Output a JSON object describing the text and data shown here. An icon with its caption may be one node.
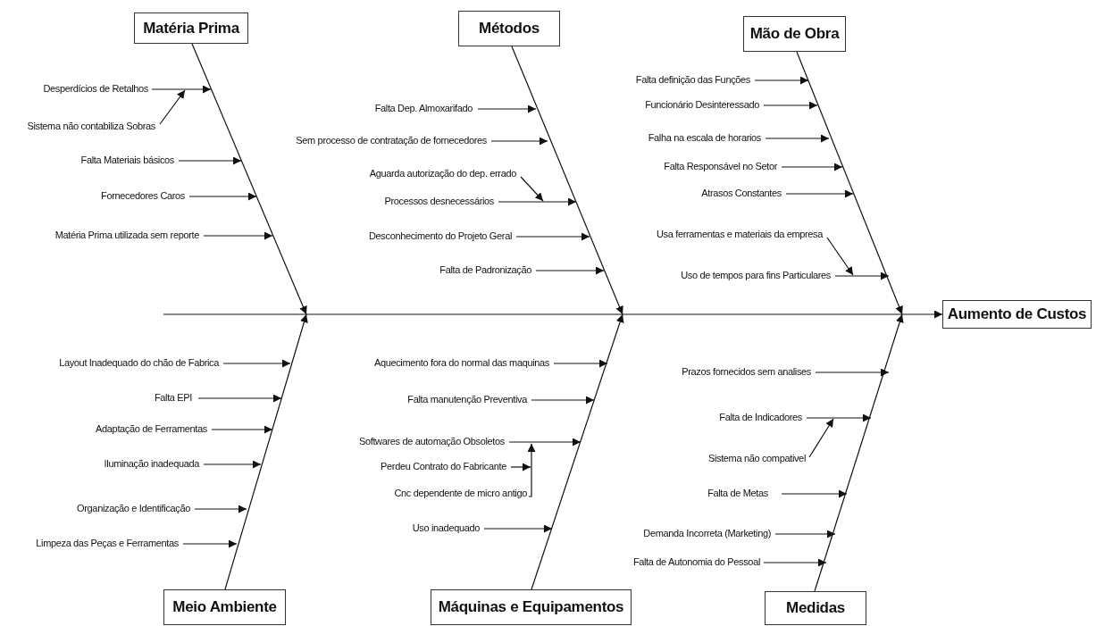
{
  "diagram": {
    "nodes": [
      {
        "text": [
          "Matéria Prima"
        ]
      },
      {
        "text": [
          "Desperdícios de Retalhos"
        ]
      },
      {
        "text": [
          "Sistema não contabiliza Sobras"
        ]
      },
      {
        "text": [
          "Falta Materiais básicos"
        ]
      },
      {
        "text": [
          "Fornecedores Caros"
        ]
      },
      {
        "text": [
          "Matéria Prima utilizada sem reporte"
        ]
      },
      {
        "text": [
          "Métodos"
        ]
      },
      {
        "text": [
          "Falta Dep. Almoxarifado"
        ]
      },
      {
        "text": [
          "Sem processo de contratação de fornecedores"
        ]
      },
      {
        "text": [
          "Aguarda autorização do dep. errado"
        ]
      },
      {
        "text": [
          "Processos desnecessários"
        ]
      },
      {
        "text": [
          "Desconhecimento do Projeto Geral"
        ]
      },
      {
        "text": [
          "Falta de Padronização"
        ]
      },
      {
        "text": [
          "Mão de Obra"
        ]
      },
      {
        "text": [
          "Falta definição das Funções"
        ]
      },
      {
        "text": [
          "Funcionário Desinteressado"
        ]
      },
      {
        "text": [
          "Falha na escala de horarios"
        ]
      },
      {
        "text": [
          "Falta Responsável no Setor"
        ]
      },
      {
        "text": [
          "Atrasos Constantes"
        ]
      },
      {
        "text": [
          "Usa ferramentas e materiais da empresa"
        ]
      },
      {
        "text": [
          "Uso de tempos para fins Particulares"
        ]
      },
      {
        "text": [
          "Aumento de Custos"
        ]
      },
      {
        "text": [
          "Layout Inadequado do chão de Fabrica"
        ]
      },
      {
        "text": [
          "Falta EPI"
        ]
      },
      {
        "text": [
          "Adaptação de Ferramentas"
        ]
      },
      {
        "text": [
          "Iluminação inadequada"
        ]
      },
      {
        "text": [
          "Organização e Identificação"
        ]
      },
      {
        "text": [
          "Limpeza das Peças e Ferramentas"
        ]
      },
      {
        "text": [
          "Meio Ambiente"
        ]
      },
      {
        "text": [
          "Aquecimento fora do normal das maquinas"
        ]
      },
      {
        "text": [
          "Falta manutenção Preventiva"
        ]
      },
      {
        "text": [
          "Softwares de automação Obsoletos"
        ]
      },
      {
        "text": [
          "Perdeu Contrato do Fabricante"
        ]
      },
      {
        "text": [
          "Cnc dependente de micro antigo"
        ]
      },
      {
        "text": [
          "Uso inadequado"
        ]
      },
      {
        "text": [
          "Máquinas e Equipamentos"
        ]
      },
      {
        "text": [
          "Prazos fornecidos sem analises"
        ]
      },
      {
        "text": [
          "Falta de Indicadores"
        ]
      },
      {
        "text": [
          "Sistema não compativel"
        ]
      },
      {
        "text": [
          "Falta de Metas"
        ]
      },
      {
        "text": [
          "Demanda Incorreta (Marketing)"
        ]
      },
      {
        "text": [
          "Falta de Autonomia do Pessoal"
        ]
      },
      {
        "text": [
          "Medidas"
        ]
      }
    ],
    "edges": [
      {
        "from": 1,
        "to": null,
        "arrow": "to"
      },
      {
        "from": 2,
        "to": 1,
        "arrow": "to"
      },
      {
        "from": 3,
        "to": null,
        "arrow": "to"
      },
      {
        "from": 4,
        "to": null,
        "arrow": "to"
      },
      {
        "from": 5,
        "to": null,
        "arrow": "to"
      },
      {
        "from": 0,
        "to": null,
        "arrow": "to"
      },
      {
        "from": 7,
        "to": null,
        "arrow": "to"
      },
      {
        "from": 8,
        "to": null,
        "arrow": "to"
      },
      {
        "from": 9,
        "to": null,
        "arrow": "to"
      },
      {
        "from": 10,
        "to": null,
        "arrow": "to"
      },
      {
        "from": 11,
        "to": null,
        "arrow": "to"
      },
      {
        "from": 12,
        "to": null,
        "arrow": "to"
      },
      {
        "from": 6,
        "to": null,
        "arrow": "to"
      },
      {
        "from": 14,
        "to": null,
        "arrow": "to"
      },
      {
        "from": 15,
        "to": null,
        "arrow": "to"
      },
      {
        "from": 16,
        "to": null,
        "arrow": "to"
      },
      {
        "from": 17,
        "to": null,
        "arrow": "to"
      },
      {
        "from": 18,
        "to": null,
        "arrow": "to"
      },
      {
        "from": 19,
        "to": 20,
        "arrow": "to"
      },
      {
        "from": 20,
        "to": null,
        "arrow": "to"
      },
      {
        "from": 13,
        "to": null,
        "arrow": "to"
      },
      {
        "from": 22,
        "to": null,
        "arrow": "to"
      },
      {
        "from": 23,
        "to": null,
        "arrow": "to"
      },
      {
        "from": 24,
        "to": null,
        "arrow": "to"
      },
      {
        "from": 25,
        "to": null,
        "arrow": "to"
      },
      {
        "from": 26,
        "to": null,
        "arrow": "to"
      },
      {
        "from": 27,
        "to": null,
        "arrow": "to"
      },
      {
        "from": 28,
        "to": null,
        "arrow": "to"
      },
      {
        "from": 29,
        "to": null,
        "arrow": "to"
      },
      {
        "from": 30,
        "to": null,
        "arrow": "to"
      },
      {
        "from": 31,
        "to": null,
        "arrow": "to"
      },
      {
        "from": 32,
        "to": null,
        "arrow": "to"
      },
      {
        "from": 33,
        "to": 31,
        "arrow": "to"
      },
      {
        "from": 34,
        "to": null,
        "arrow": "to"
      },
      {
        "from": 35,
        "to": null,
        "arrow": "to"
      },
      {
        "from": 36,
        "to": null,
        "arrow": "to"
      },
      {
        "from": 37,
        "to": null,
        "arrow": "to"
      },
      {
        "from": 38,
        "to": 37,
        "arrow": "to"
      },
      {
        "from": 39,
        "to": null,
        "arrow": "to"
      },
      {
        "from": 40,
        "to": null,
        "arrow": "to"
      },
      {
        "from": 41,
        "to": null,
        "arrow": "to"
      },
      {
        "from": 42,
        "to": null,
        "arrow": "to"
      },
      {
        "from": null,
        "to": 21,
        "arrow": "to"
      }
    ]
  }
}
